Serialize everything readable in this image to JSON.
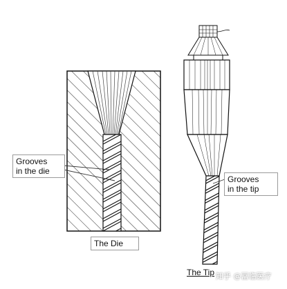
{
  "labels": {
    "grooves_die": "Grooves\nin the die",
    "grooves_tip": "Grooves\nin the tip",
    "the_die": "The Die",
    "the_tip": "The Tip"
  },
  "watermark": "知乎 @冨临医疗"
}
